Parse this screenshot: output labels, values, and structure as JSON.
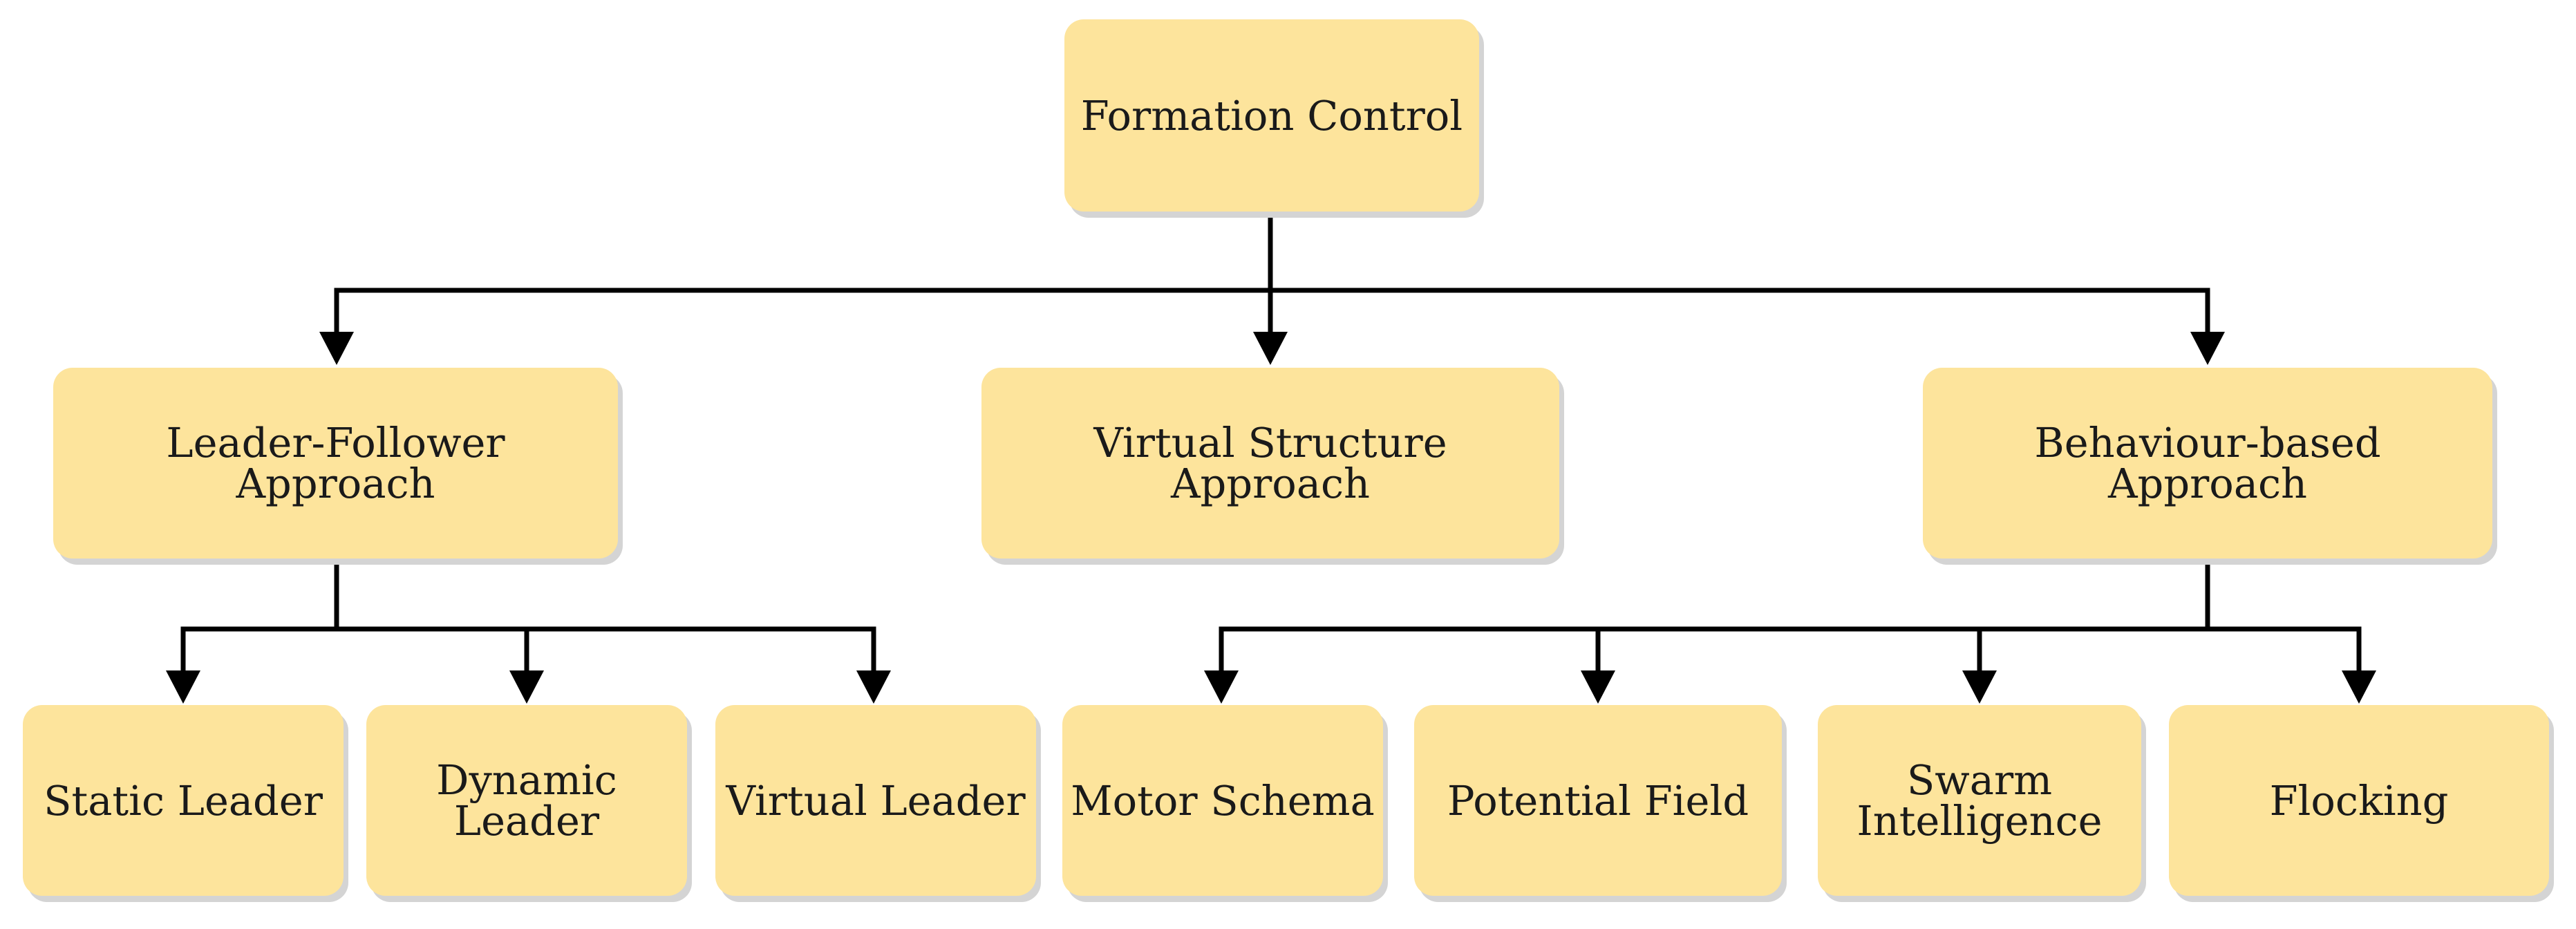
{
  "diagram": {
    "root": {
      "label": "Formation Control"
    },
    "approaches": [
      {
        "label": "Leader-Follower Approach"
      },
      {
        "label": "Virtual Structure Approach"
      },
      {
        "label": "Behaviour-based Approach"
      }
    ],
    "leader_follower_children": [
      {
        "label": "Static Leader"
      },
      {
        "label": "Dynamic Leader"
      },
      {
        "label": "Virtual Leader"
      }
    ],
    "behaviour_children": [
      {
        "label": "Motor Schema"
      },
      {
        "label": "Potential Field"
      },
      {
        "label": "Swarm Intelligence"
      },
      {
        "label": "Flocking"
      }
    ],
    "colors": {
      "box_fill": "#fde49c",
      "shadow": "#d4d4d4",
      "connector": "#000000"
    }
  }
}
